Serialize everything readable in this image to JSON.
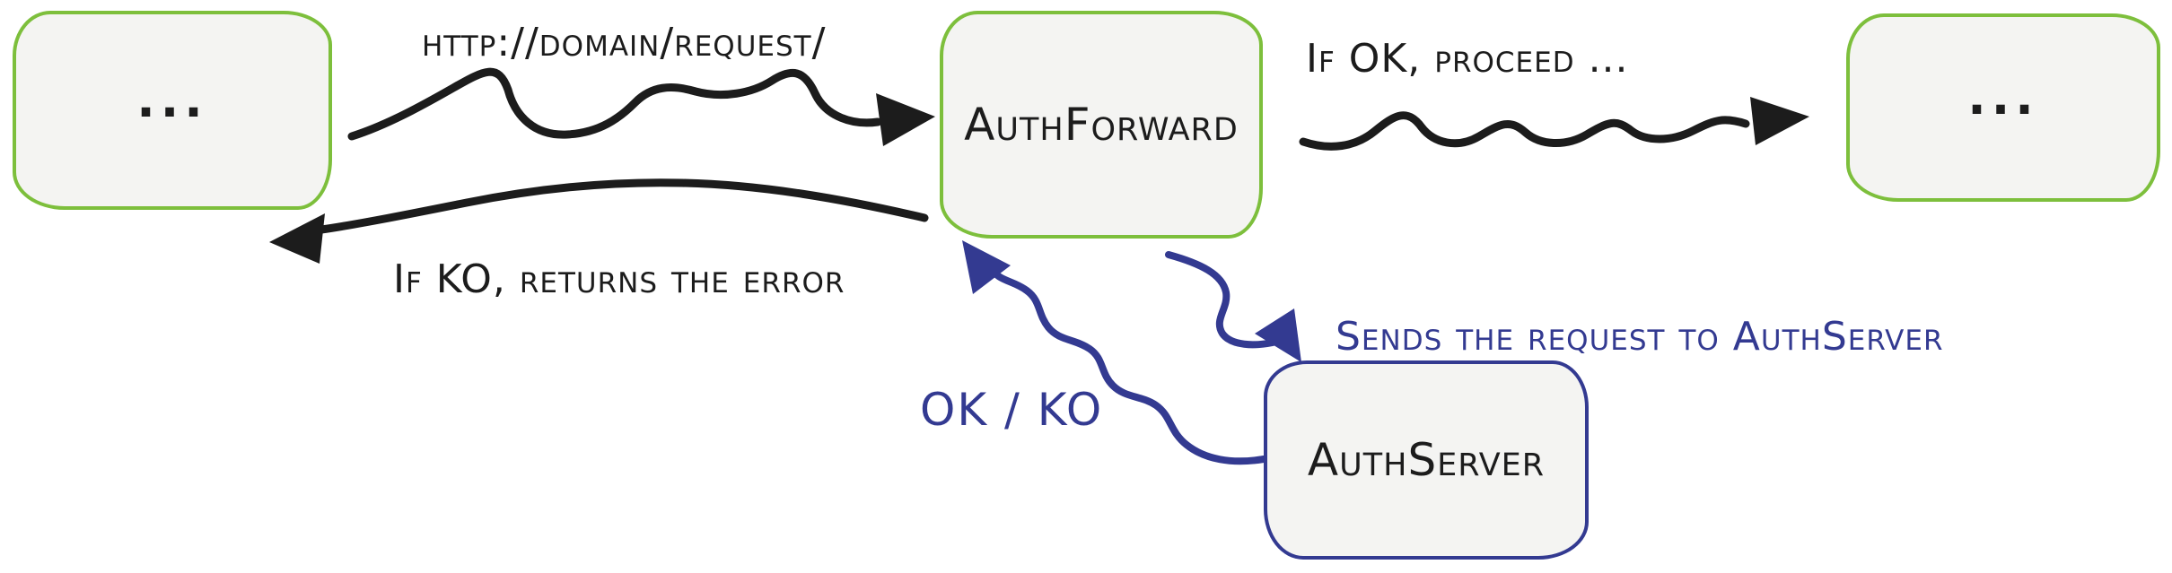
{
  "colors": {
    "green_node_border": "#7dbf3c",
    "blue_node_border": "#333a91",
    "black_arrow": "#1c1c1c",
    "blue_arrow": "#333a91",
    "node_fill": "#f4f4f2"
  },
  "nodes": {
    "left": {
      "label": "..."
    },
    "authforward": {
      "label": "AuthForward"
    },
    "right": {
      "label": "..."
    },
    "authserver": {
      "label": "AuthServer"
    }
  },
  "edges": {
    "request": {
      "label": "http://domain/request/"
    },
    "proceed": {
      "label": "If OK, proceed ..."
    },
    "error": {
      "label": "If KO, returns the error"
    },
    "send": {
      "label": "Sends the request to AuthServer"
    },
    "okko": {
      "label": "OK / KO"
    }
  }
}
